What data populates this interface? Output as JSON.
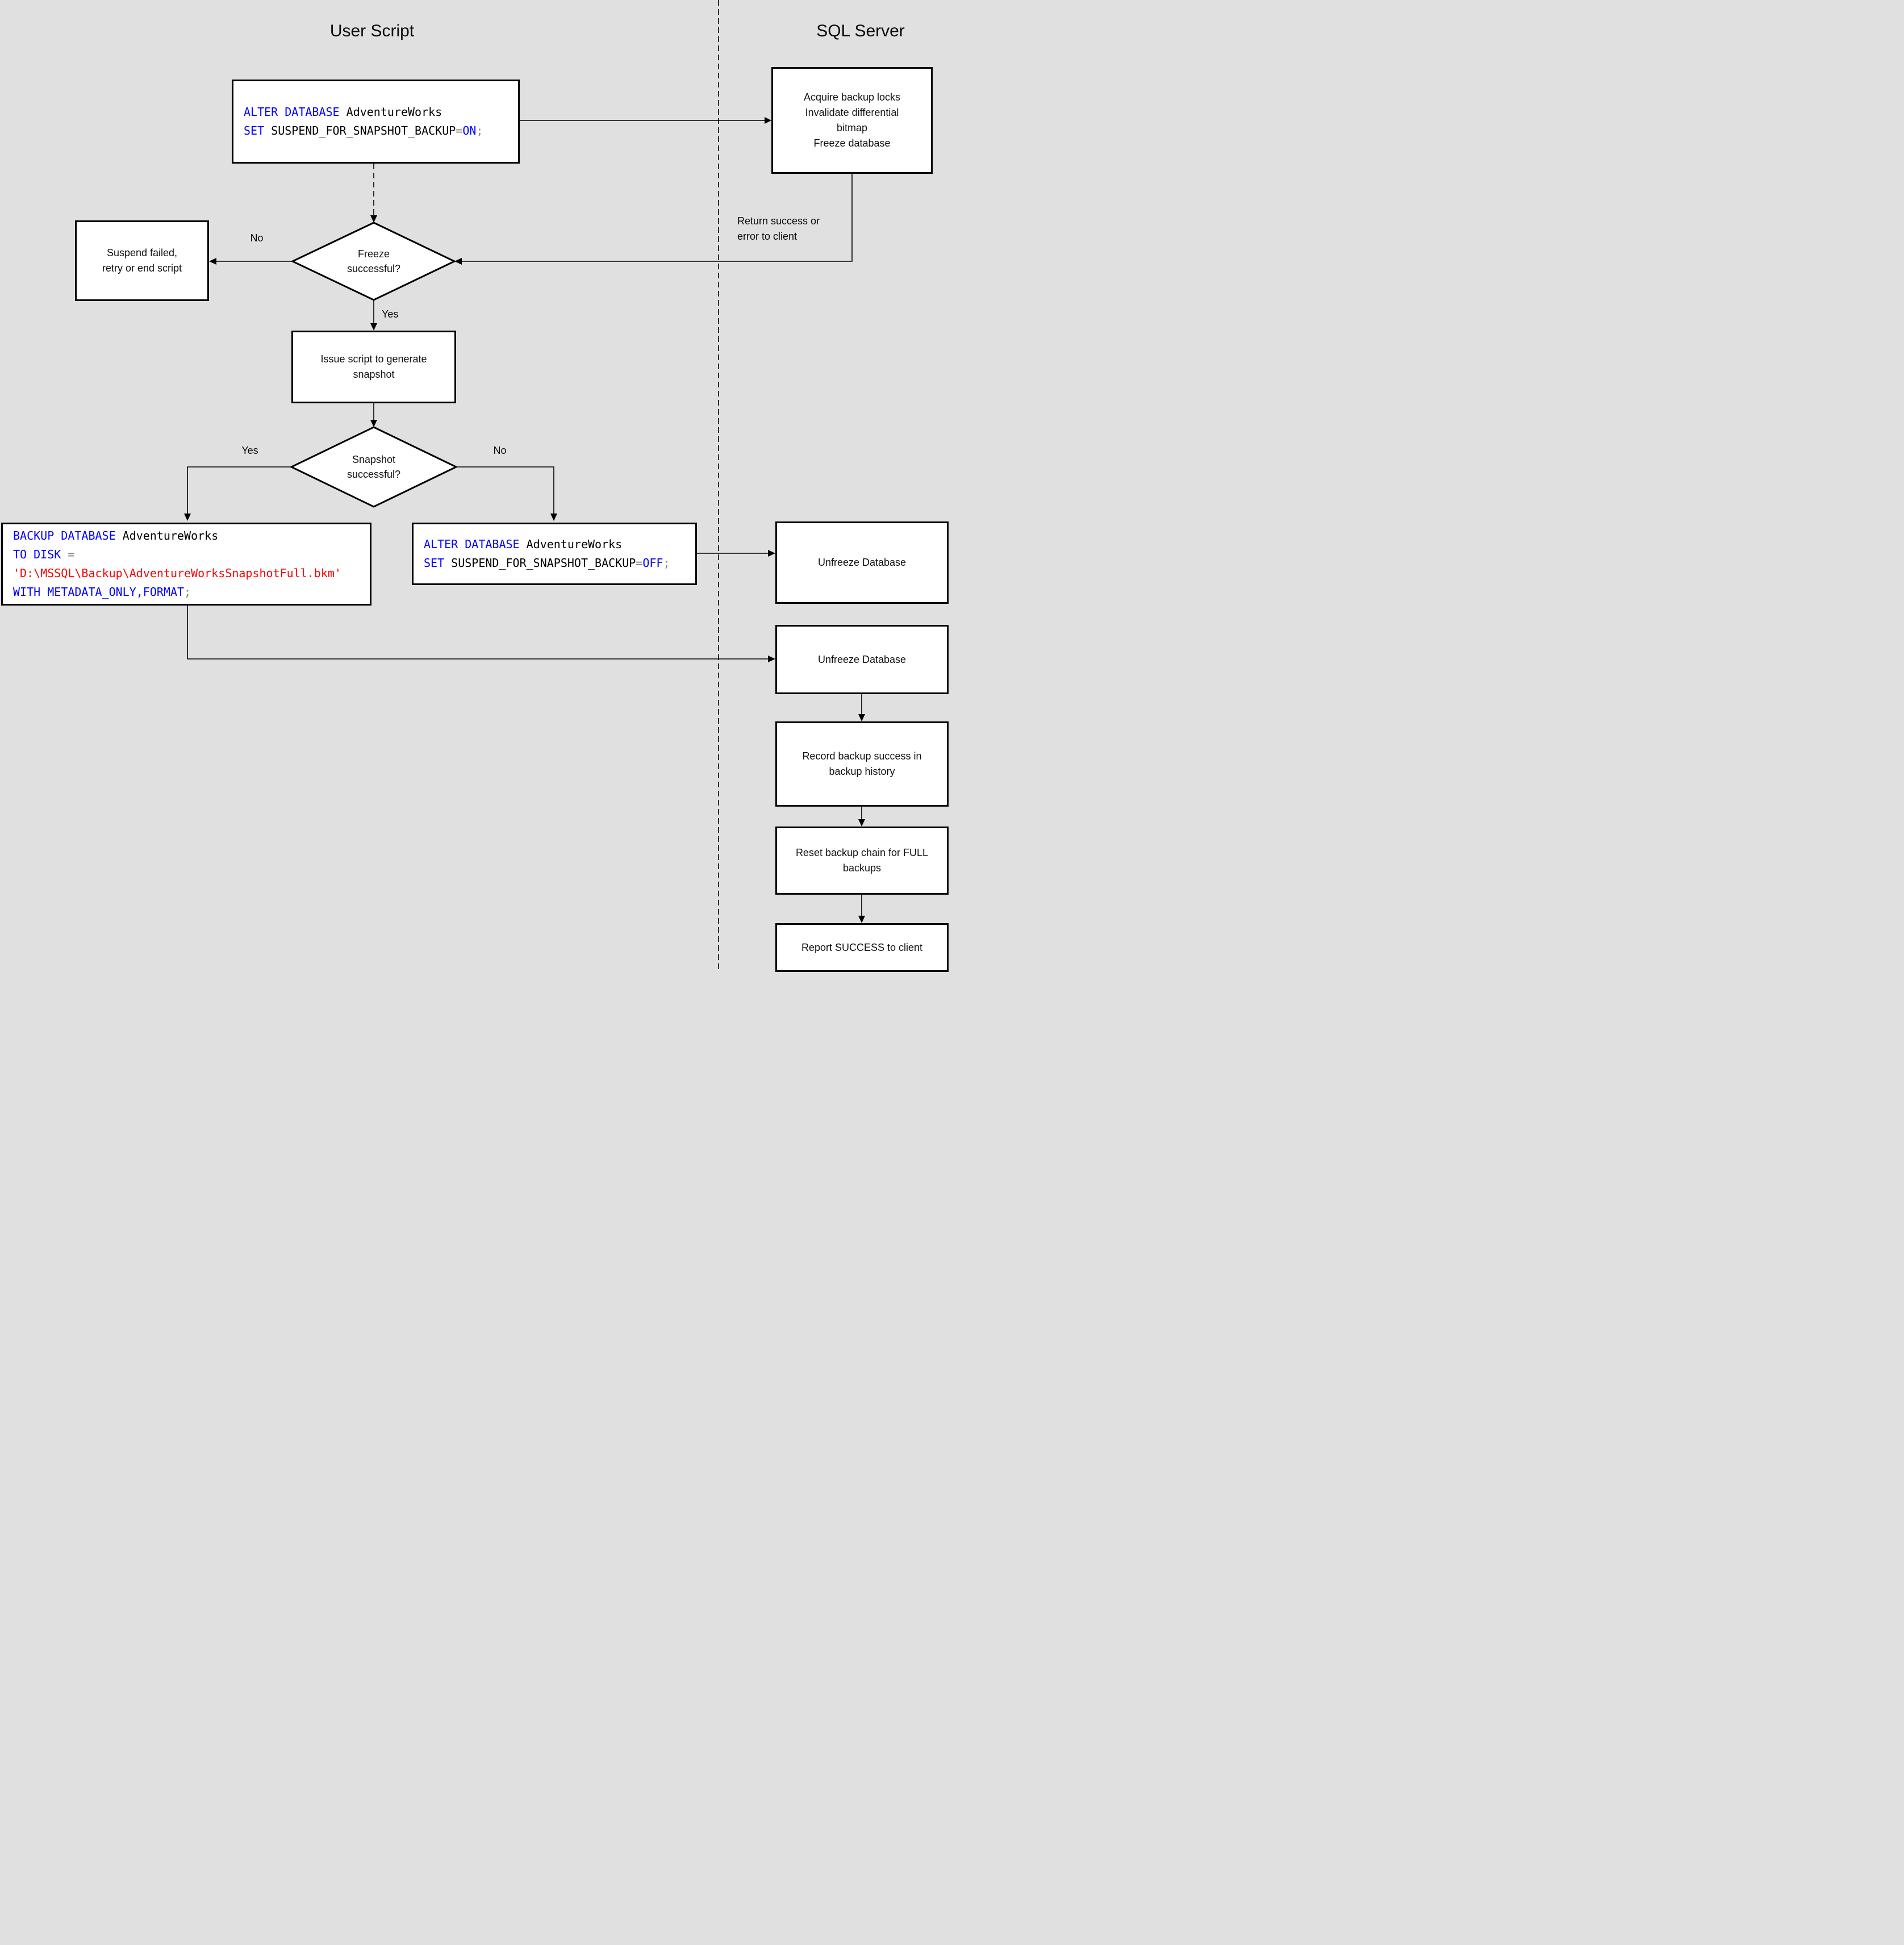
{
  "titles": {
    "left": "User Script",
    "right": "SQL Server"
  },
  "colors": {
    "background": "#e0e0e0",
    "box_fill": "#ffffff",
    "box_border": "#000000",
    "line": "#000000",
    "sql_keyword": "#0000ff",
    "sql_identifier": "#000000",
    "sql_string": "#ff0000",
    "sql_operator": "#808080"
  },
  "nodes": {
    "alter_on": {
      "type": "code",
      "lines": [
        [
          {
            "t": "ALTER DATABASE",
            "c": "kw"
          },
          {
            "t": " AdventureWorks",
            "c": "idf"
          }
        ],
        [
          {
            "t": "SET",
            "c": "kw"
          },
          {
            "t": " SUSPEND_FOR_SNAPSHOT_BACKUP",
            "c": "idf"
          },
          {
            "t": "=",
            "c": "op"
          },
          {
            "t": "ON",
            "c": "kw"
          },
          {
            "t": ";",
            "c": "op"
          }
        ]
      ]
    },
    "acquire": {
      "type": "process",
      "lines": [
        "Acquire backup locks",
        "Invalidate differential",
        "bitmap",
        "Freeze database"
      ]
    },
    "suspend_failed": {
      "type": "process",
      "lines": [
        "Suspend failed,",
        "retry or end script"
      ]
    },
    "freeze_decision": {
      "type": "decision",
      "lines": [
        "Freeze",
        "successful?"
      ]
    },
    "issue_script": {
      "type": "process",
      "lines": [
        "Issue script to generate",
        "snapshot"
      ]
    },
    "snapshot_decision": {
      "type": "decision",
      "lines": [
        "Snapshot",
        "successful?"
      ]
    },
    "backup_metadata": {
      "type": "code",
      "lines": [
        [
          {
            "t": "BACKUP DATABASE",
            "c": "kw"
          },
          {
            "t": " AdventureWorks",
            "c": "idf"
          }
        ],
        [
          {
            "t": "TO DISK ",
            "c": "kw"
          },
          {
            "t": "=",
            "c": "op"
          }
        ],
        [
          {
            "t": "'D:\\MSSQL\\Backup\\AdventureWorksSnapshotFull.bkm'",
            "c": "str"
          }
        ],
        [
          {
            "t": "WITH METADATA_ONLY,FORMAT",
            "c": "kw"
          },
          {
            "t": ";",
            "c": "op"
          }
        ]
      ]
    },
    "alter_off": {
      "type": "code",
      "lines": [
        [
          {
            "t": "ALTER DATABASE",
            "c": "kw"
          },
          {
            "t": " AdventureWorks",
            "c": "idf"
          }
        ],
        [
          {
            "t": "SET",
            "c": "kw"
          },
          {
            "t": " SUSPEND_FOR_SNAPSHOT_BACKUP",
            "c": "idf"
          },
          {
            "t": "=",
            "c": "op"
          },
          {
            "t": "OFF",
            "c": "kw"
          },
          {
            "t": ";",
            "c": "op"
          }
        ]
      ]
    },
    "unfreeze_1": {
      "type": "process",
      "lines": [
        "Unfreeze Database"
      ]
    },
    "unfreeze_2": {
      "type": "process",
      "lines": [
        "Unfreeze Database"
      ]
    },
    "record_history": {
      "type": "process",
      "lines": [
        "Record backup success in",
        "backup history"
      ]
    },
    "reset_chain": {
      "type": "process",
      "lines": [
        "Reset backup chain for FULL",
        "backups"
      ]
    },
    "report_success": {
      "type": "process",
      "lines": [
        "Report SUCCESS to client"
      ]
    }
  },
  "edge_labels": {
    "freeze_no": "No",
    "freeze_yes": "Yes",
    "snapshot_yes": "Yes",
    "snapshot_no": "No",
    "return_note": [
      "Return success or",
      "error to client"
    ]
  }
}
